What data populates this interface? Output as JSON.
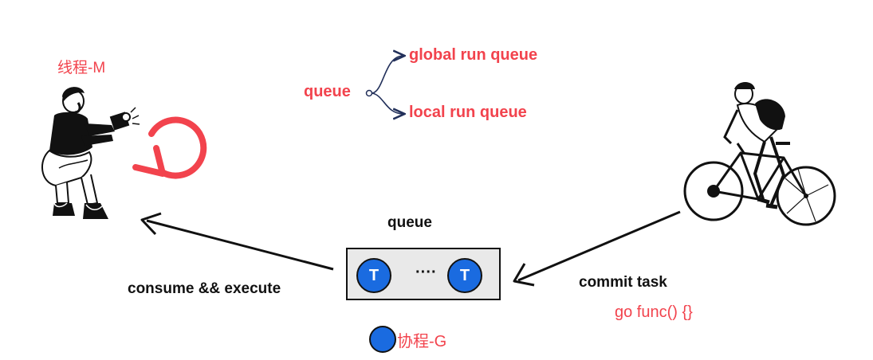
{
  "thread": {
    "label": "线程-M"
  },
  "queue_types": {
    "root": "queue",
    "branches": [
      "global run queue",
      "local run queue"
    ]
  },
  "queue": {
    "title": "queue",
    "tasks": [
      "T",
      "T"
    ],
    "ellipsis": "····"
  },
  "consumer": {
    "action_label": "consume && execute"
  },
  "producer": {
    "action_label": "commit task",
    "code": "go func() {}"
  },
  "legend": {
    "goroutine_label": "协程-G"
  },
  "colors": {
    "accent_red": "#f2434d",
    "task_blue": "#1a6be0",
    "ink": "#111111"
  }
}
